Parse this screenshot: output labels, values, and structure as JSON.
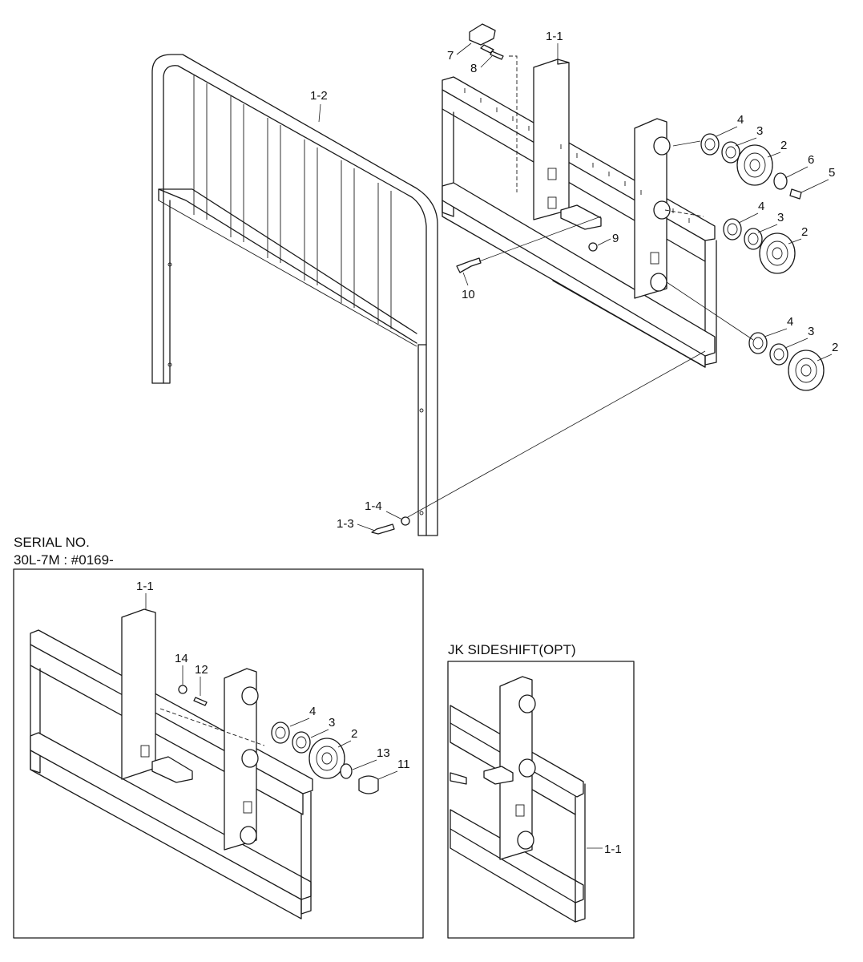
{
  "sections": {
    "serial_header": {
      "line1": "SERIAL NO.",
      "line2": "30L-7M : #0169-"
    },
    "jk_header": "JK SIDESHIFT(OPT)"
  },
  "callouts": {
    "main": [
      "1-1",
      "1-2",
      "1-3",
      "1-4",
      "2",
      "2",
      "2",
      "3",
      "3",
      "3",
      "4",
      "4",
      "4",
      "5",
      "6",
      "7",
      "8",
      "9",
      "10"
    ],
    "serial": [
      "1-1",
      "14",
      "12",
      "4",
      "3",
      "2",
      "13",
      "11"
    ],
    "jk": [
      "1-1"
    ]
  }
}
